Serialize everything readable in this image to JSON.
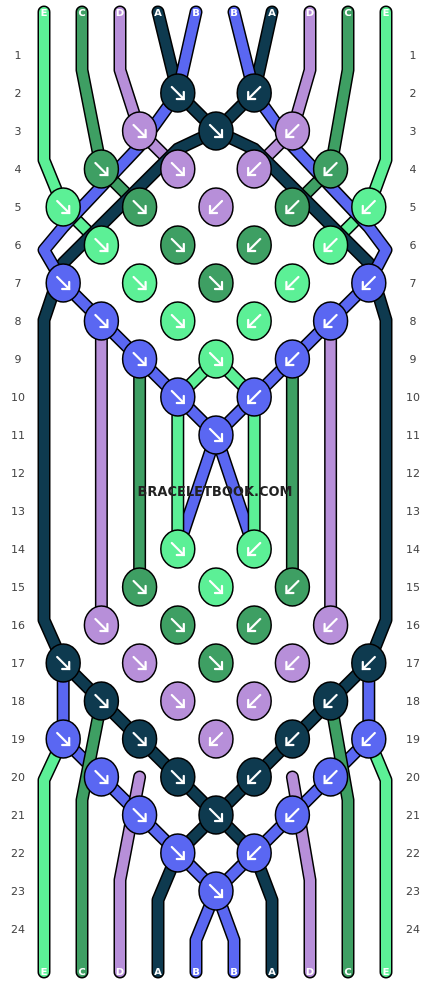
{
  "pattern": {
    "strand_letters": [
      "E",
      "C",
      "D",
      "A",
      "B",
      "B",
      "A",
      "D",
      "C",
      "E"
    ],
    "colors": {
      "A": "#0e3a4f",
      "B": "#5a67f2",
      "C": "#3e9f63",
      "D": "#b78fd9",
      "E": "#5cf096"
    },
    "row_numbers": [
      "1",
      "2",
      "3",
      "4",
      "5",
      "6",
      "7",
      "8",
      "9",
      "10",
      "11",
      "12",
      "13",
      "14",
      "15",
      "16",
      "17",
      "18",
      "19",
      "20",
      "21",
      "22",
      "23",
      "24"
    ],
    "watermark": "BRACELETBOOK.COM",
    "knots": [
      {
        "row": 2,
        "col": 4,
        "color": "A",
        "dir": "down-right"
      },
      {
        "row": 2,
        "col": 6,
        "color": "A",
        "dir": "down-left"
      },
      {
        "row": 3,
        "col": 3,
        "color": "D",
        "dir": "down-right"
      },
      {
        "row": 3,
        "col": 5,
        "color": "A",
        "dir": "down-right"
      },
      {
        "row": 3,
        "col": 7,
        "color": "D",
        "dir": "down-left"
      },
      {
        "row": 4,
        "col": 2,
        "color": "C",
        "dir": "down-right"
      },
      {
        "row": 4,
        "col": 4,
        "color": "D",
        "dir": "down-right"
      },
      {
        "row": 4,
        "col": 6,
        "color": "D",
        "dir": "down-left"
      },
      {
        "row": 4,
        "col": 8,
        "color": "C",
        "dir": "down-left"
      },
      {
        "row": 5,
        "col": 1,
        "color": "E",
        "dir": "down-right"
      },
      {
        "row": 5,
        "col": 3,
        "color": "C",
        "dir": "down-right"
      },
      {
        "row": 5,
        "col": 5,
        "color": "D",
        "dir": "down-left"
      },
      {
        "row": 5,
        "col": 7,
        "color": "C",
        "dir": "down-left"
      },
      {
        "row": 5,
        "col": 9,
        "color": "E",
        "dir": "down-left"
      },
      {
        "row": 6,
        "col": 2,
        "color": "E",
        "dir": "down-right"
      },
      {
        "row": 6,
        "col": 4,
        "color": "C",
        "dir": "down-right"
      },
      {
        "row": 6,
        "col": 6,
        "color": "C",
        "dir": "down-left"
      },
      {
        "row": 6,
        "col": 8,
        "color": "E",
        "dir": "down-left"
      },
      {
        "row": 7,
        "col": 1,
        "color": "B",
        "dir": "down-right"
      },
      {
        "row": 7,
        "col": 3,
        "color": "E",
        "dir": "down-right"
      },
      {
        "row": 7,
        "col": 5,
        "color": "C",
        "dir": "down-right"
      },
      {
        "row": 7,
        "col": 7,
        "color": "E",
        "dir": "down-left"
      },
      {
        "row": 7,
        "col": 9,
        "color": "B",
        "dir": "down-left"
      },
      {
        "row": 8,
        "col": 2,
        "color": "B",
        "dir": "down-right"
      },
      {
        "row": 8,
        "col": 4,
        "color": "E",
        "dir": "down-right"
      },
      {
        "row": 8,
        "col": 6,
        "color": "E",
        "dir": "down-left"
      },
      {
        "row": 8,
        "col": 8,
        "color": "B",
        "dir": "down-left"
      },
      {
        "row": 9,
        "col": 3,
        "color": "B",
        "dir": "down-right"
      },
      {
        "row": 9,
        "col": 5,
        "color": "E",
        "dir": "down-right"
      },
      {
        "row": 9,
        "col": 7,
        "color": "B",
        "dir": "down-left"
      },
      {
        "row": 10,
        "col": 4,
        "color": "B",
        "dir": "down-right"
      },
      {
        "row": 10,
        "col": 6,
        "color": "B",
        "dir": "down-left"
      },
      {
        "row": 11,
        "col": 5,
        "color": "B",
        "dir": "down-right"
      },
      {
        "row": 14,
        "col": 4,
        "color": "E",
        "dir": "down-right"
      },
      {
        "row": 14,
        "col": 6,
        "color": "E",
        "dir": "down-left"
      },
      {
        "row": 15,
        "col": 3,
        "color": "C",
        "dir": "down-right"
      },
      {
        "row": 15,
        "col": 5,
        "color": "E",
        "dir": "down-right"
      },
      {
        "row": 15,
        "col": 7,
        "color": "C",
        "dir": "down-left"
      },
      {
        "row": 16,
        "col": 2,
        "color": "D",
        "dir": "down-right"
      },
      {
        "row": 16,
        "col": 4,
        "color": "C",
        "dir": "down-right"
      },
      {
        "row": 16,
        "col": 6,
        "color": "C",
        "dir": "down-left"
      },
      {
        "row": 16,
        "col": 8,
        "color": "D",
        "dir": "down-left"
      },
      {
        "row": 17,
        "col": 1,
        "color": "A",
        "dir": "down-right"
      },
      {
        "row": 17,
        "col": 3,
        "color": "D",
        "dir": "down-right"
      },
      {
        "row": 17,
        "col": 5,
        "color": "C",
        "dir": "down-right"
      },
      {
        "row": 17,
        "col": 7,
        "color": "D",
        "dir": "down-left"
      },
      {
        "row": 17,
        "col": 9,
        "color": "A",
        "dir": "down-left"
      },
      {
        "row": 18,
        "col": 2,
        "color": "A",
        "dir": "down-right"
      },
      {
        "row": 18,
        "col": 4,
        "color": "D",
        "dir": "down-right"
      },
      {
        "row": 18,
        "col": 6,
        "color": "D",
        "dir": "down-left"
      },
      {
        "row": 18,
        "col": 8,
        "color": "A",
        "dir": "down-left"
      },
      {
        "row": 19,
        "col": 1,
        "color": "B",
        "dir": "down-right"
      },
      {
        "row": 19,
        "col": 3,
        "color": "A",
        "dir": "down-right"
      },
      {
        "row": 19,
        "col": 5,
        "color": "D",
        "dir": "down-left"
      },
      {
        "row": 19,
        "col": 7,
        "color": "A",
        "dir": "down-left"
      },
      {
        "row": 19,
        "col": 9,
        "color": "B",
        "dir": "down-left"
      },
      {
        "row": 20,
        "col": 2,
        "color": "B",
        "dir": "down-right"
      },
      {
        "row": 20,
        "col": 4,
        "color": "A",
        "dir": "down-right"
      },
      {
        "row": 20,
        "col": 6,
        "color": "A",
        "dir": "down-left"
      },
      {
        "row": 20,
        "col": 8,
        "color": "B",
        "dir": "down-left"
      },
      {
        "row": 21,
        "col": 3,
        "color": "B",
        "dir": "down-right"
      },
      {
        "row": 21,
        "col": 5,
        "color": "A",
        "dir": "down-right"
      },
      {
        "row": 21,
        "col": 7,
        "color": "B",
        "dir": "down-left"
      },
      {
        "row": 22,
        "col": 4,
        "color": "B",
        "dir": "down-right"
      },
      {
        "row": 22,
        "col": 6,
        "color": "B",
        "dir": "down-left"
      },
      {
        "row": 23,
        "col": 5,
        "color": "B",
        "dir": "down-right"
      }
    ]
  }
}
